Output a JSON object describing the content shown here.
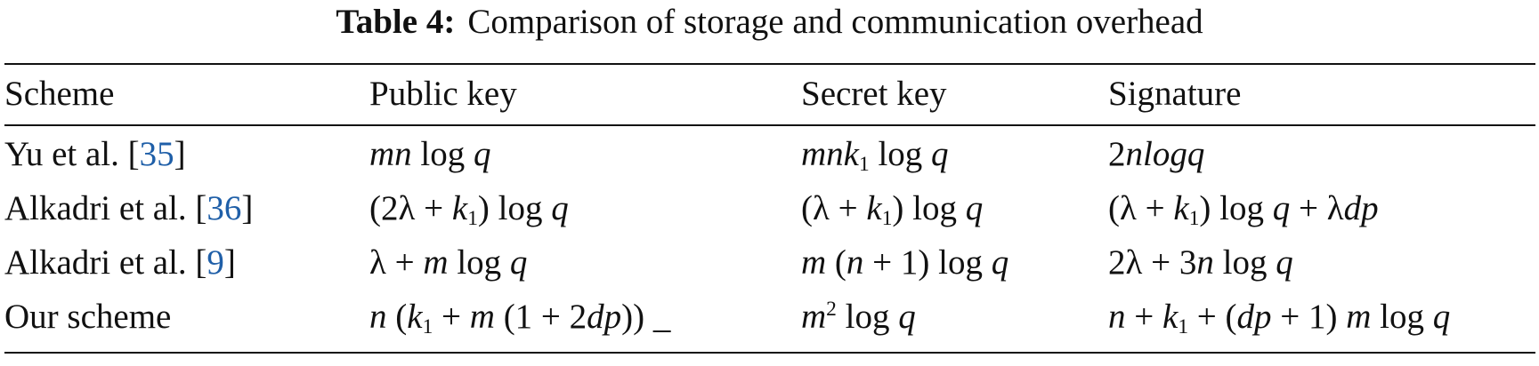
{
  "caption": {
    "label": "Table 4:",
    "text": "Comparison of storage and communication overhead"
  },
  "table": {
    "headers": [
      "Scheme",
      "Public key",
      "Secret key",
      "Signature"
    ],
    "rows": [
      {
        "scheme_name": "Yu et al. [",
        "citation": "35",
        "scheme_close": "]",
        "public_key": "mn log q",
        "secret_key": "mnk1 log q",
        "signature": "2nlogq"
      },
      {
        "scheme_name": "Alkadri et al. [",
        "citation": "36",
        "scheme_close": "]",
        "public_key": "(2λ + k1) log q",
        "secret_key": "(λ + k1) log q",
        "signature": "(λ + k1) log q + λdp"
      },
      {
        "scheme_name": "Alkadri et al. [",
        "citation": "9",
        "scheme_close": "]",
        "public_key": "λ + m log q",
        "secret_key": "m (n + 1) log q",
        "signature": "2λ + 3n log q"
      },
      {
        "scheme_name": "Our scheme",
        "citation": "",
        "scheme_close": "",
        "public_key": "n (k1 + m (1 + 2dp)) _",
        "secret_key": "m2 log q",
        "signature": "n + k1 + (dp + 1) m log q"
      }
    ]
  }
}
